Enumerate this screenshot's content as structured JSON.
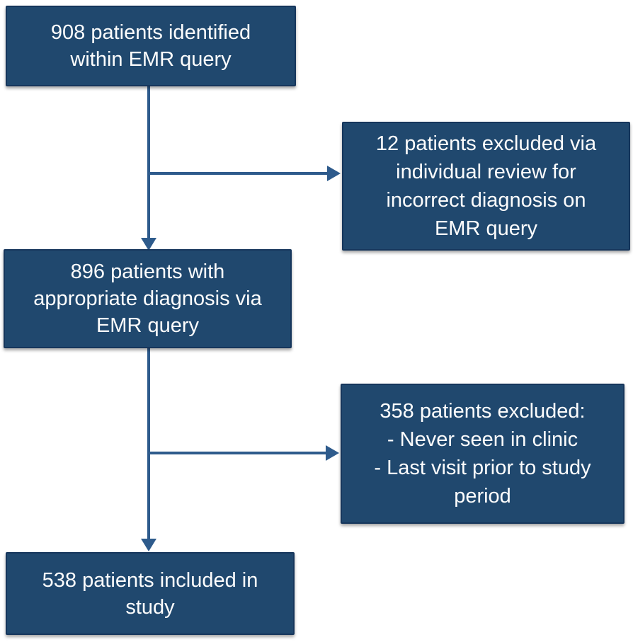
{
  "palette": {
    "box_fill": "#20486E",
    "box_border": "#16365C",
    "arrow": "#2E5B8C",
    "text": "#FDFDFD",
    "background": "#FFFFFF"
  },
  "flowchart": {
    "nodes": {
      "identified": {
        "label": "908 patients identified\nwithin EMR query"
      },
      "excluded_review": {
        "label": "12 patients excluded via\nindividual review for\nincorrect diagnosis on\nEMR query"
      },
      "appropriate": {
        "label": "896 patients with\nappropriate diagnosis via\nEMR query"
      },
      "excluded_clinic": {
        "label": "358 patients excluded:\n- Never seen in clinic\n- Last visit prior to study\nperiod"
      },
      "included": {
        "label": "538 patients included in\nstudy"
      }
    },
    "edges": [
      {
        "from": "identified",
        "to": "appropriate",
        "direction": "down"
      },
      {
        "from": "identified-appropriate-line",
        "to": "excluded_review",
        "direction": "right"
      },
      {
        "from": "appropriate",
        "to": "included",
        "direction": "down"
      },
      {
        "from": "appropriate-included-line",
        "to": "excluded_clinic",
        "direction": "right"
      }
    ]
  }
}
